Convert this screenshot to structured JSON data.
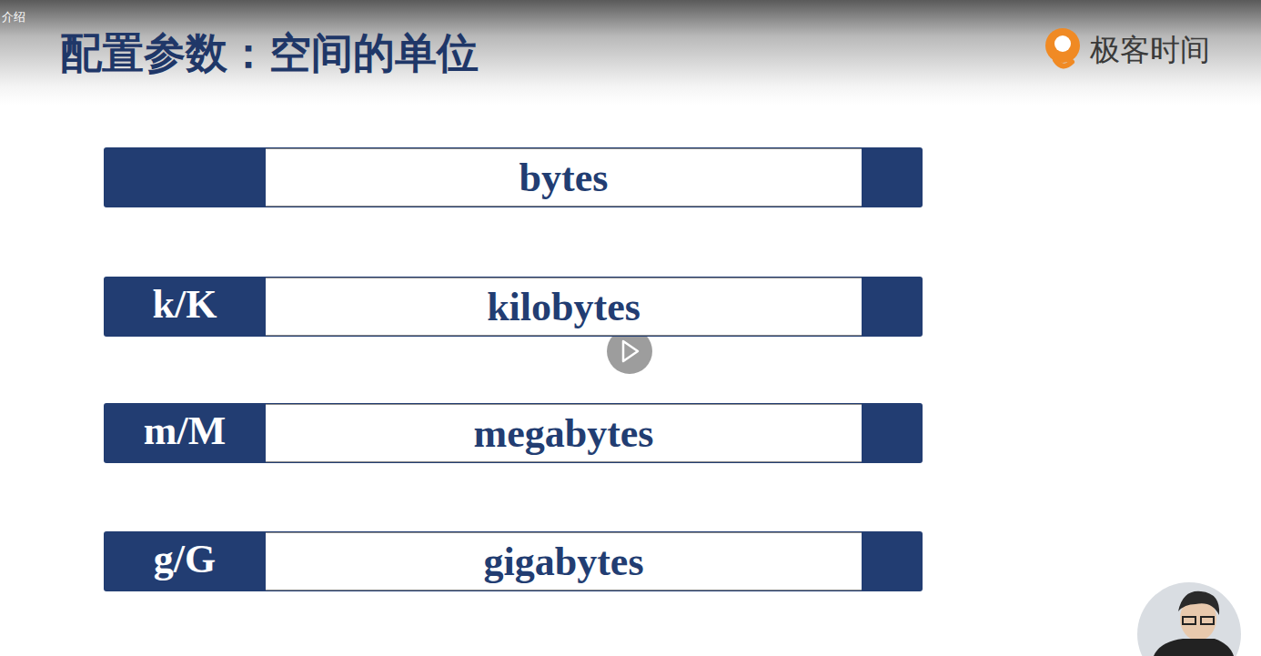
{
  "diagram": {
    "title": "配置参数：空间的单位",
    "nodes": [
      {
        "text": [
          "bytes"
        ]
      },
      {
        "text": [
          "k/K",
          "kilobytes"
        ]
      },
      {
        "text": [
          "m/M",
          "megabytes"
        ]
      },
      {
        "text": [
          "g/G",
          "gigabytes"
        ]
      }
    ],
    "labels": [
      "介绍",
      "极客时间"
    ]
  }
}
